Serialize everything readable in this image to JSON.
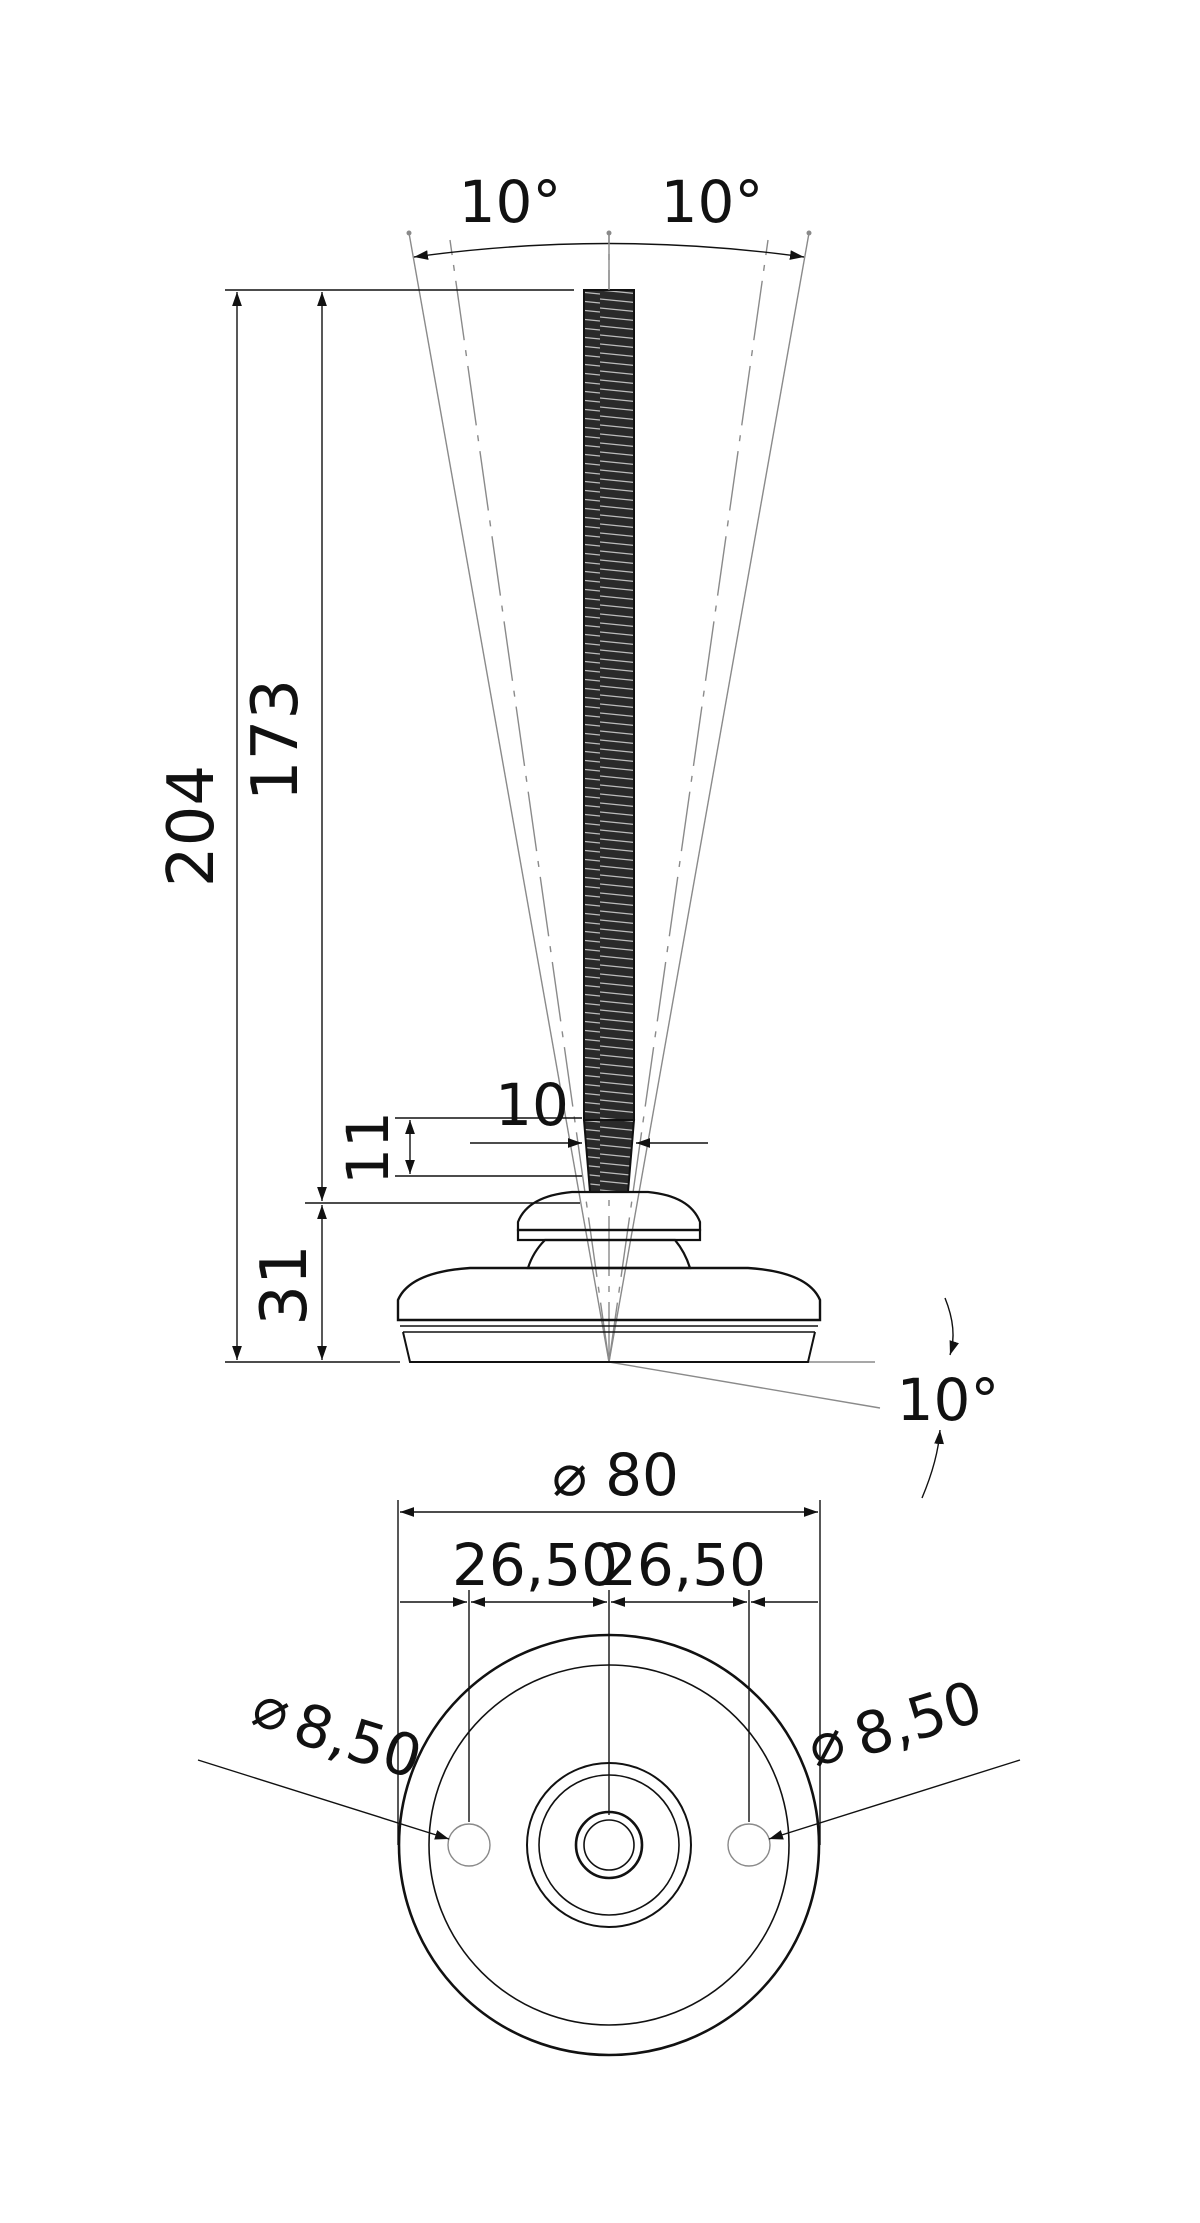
{
  "dimensions": {
    "tilt_left": "10°",
    "tilt_right": "10°",
    "overall_height": "204",
    "thread_length": "173",
    "base_height": "31",
    "neck_height": "11",
    "thread_diameter": "10",
    "base_tilt": "10°",
    "base_diameter": "80",
    "hole_spacing_left": "26,50",
    "hole_spacing_right": "26,50",
    "hole_diameter_left": "8,50",
    "hole_diameter_right": "8,50",
    "diameter_symbol": "⌀"
  },
  "colors": {
    "line": "#111111",
    "construction": "#8a8a8a",
    "background": "#ffffff"
  }
}
